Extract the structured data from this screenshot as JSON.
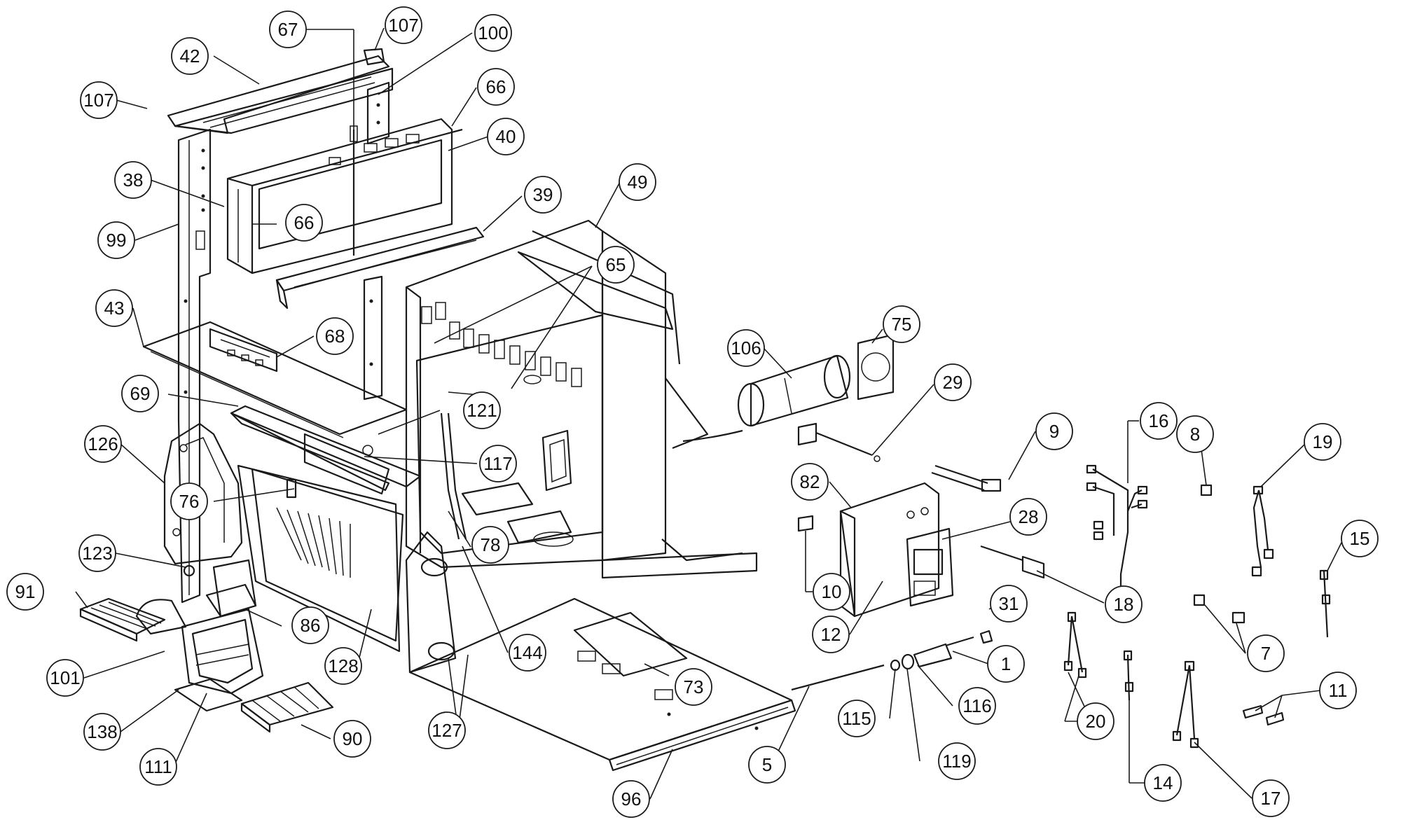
{
  "callouts": [
    {
      "label": "107"
    },
    {
      "label": "67"
    },
    {
      "label": "107"
    },
    {
      "label": "100"
    },
    {
      "label": "42"
    },
    {
      "label": "66"
    },
    {
      "label": "40"
    },
    {
      "label": "38"
    },
    {
      "label": "66"
    },
    {
      "label": "99"
    },
    {
      "label": "39"
    },
    {
      "label": "49"
    },
    {
      "label": "65"
    },
    {
      "label": "43"
    },
    {
      "label": "68"
    },
    {
      "label": "75"
    },
    {
      "label": "106"
    },
    {
      "label": "29"
    },
    {
      "label": "69"
    },
    {
      "label": "121"
    },
    {
      "label": "126"
    },
    {
      "label": "117"
    },
    {
      "label": "9"
    },
    {
      "label": "16"
    },
    {
      "label": "8"
    },
    {
      "label": "19"
    },
    {
      "label": "76"
    },
    {
      "label": "82"
    },
    {
      "label": "28"
    },
    {
      "label": "15"
    },
    {
      "label": "78"
    },
    {
      "label": "123"
    },
    {
      "label": "10"
    },
    {
      "label": "91"
    },
    {
      "label": "86"
    },
    {
      "label": "31"
    },
    {
      "label": "18"
    },
    {
      "label": "12"
    },
    {
      "label": "7"
    },
    {
      "label": "1"
    },
    {
      "label": "144"
    },
    {
      "label": "128"
    },
    {
      "label": "101"
    },
    {
      "label": "73"
    },
    {
      "label": "11"
    },
    {
      "label": "115"
    },
    {
      "label": "116"
    },
    {
      "label": "20"
    },
    {
      "label": "138"
    },
    {
      "label": "90"
    },
    {
      "label": "127"
    },
    {
      "label": "5"
    },
    {
      "label": "119"
    },
    {
      "label": "111"
    },
    {
      "label": "14"
    },
    {
      "label": "17"
    },
    {
      "label": "96"
    }
  ]
}
